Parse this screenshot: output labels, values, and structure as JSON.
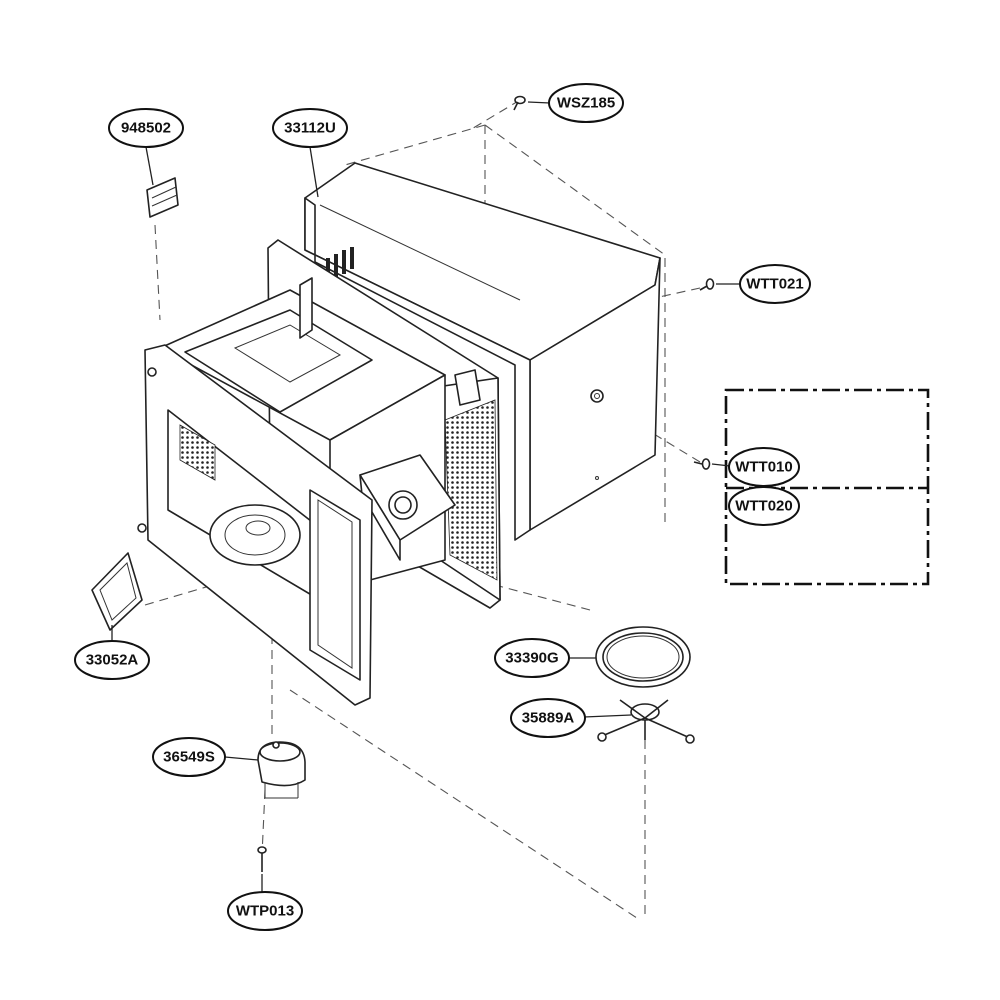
{
  "diagram": {
    "colors": {
      "line": "#222222",
      "label_border": "#111111",
      "background": "#ffffff"
    },
    "callouts": [
      {
        "id": "948502",
        "label": "948502"
      },
      {
        "id": "33112U",
        "label": "33112U"
      },
      {
        "id": "WSZ185",
        "label": "WSZ185"
      },
      {
        "id": "WTT021",
        "label": "WTT021"
      },
      {
        "id": "WTT010",
        "label": "WTT010"
      },
      {
        "id": "WTT020",
        "label": "WTT020"
      },
      {
        "id": "33052A",
        "label": "33052A"
      },
      {
        "id": "33390G",
        "label": "33390G"
      },
      {
        "id": "35889A",
        "label": "35889A"
      },
      {
        "id": "36549S",
        "label": "36549S"
      },
      {
        "id": "WTP013",
        "label": "WTP013"
      }
    ]
  }
}
